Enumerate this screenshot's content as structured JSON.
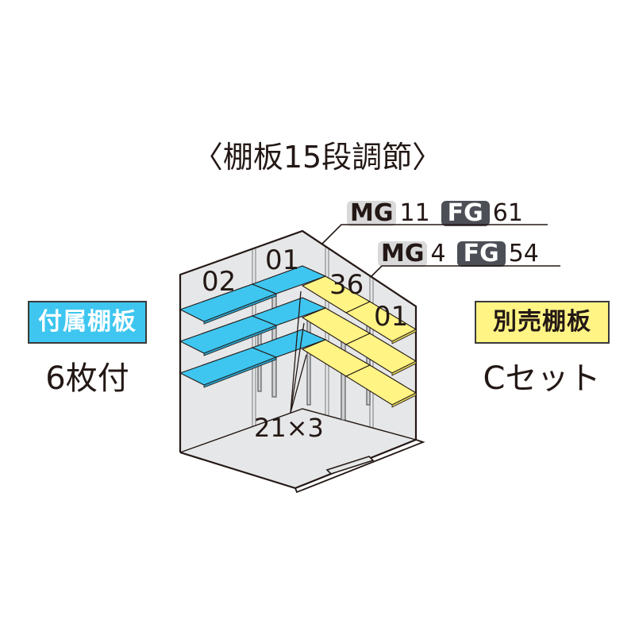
{
  "title": "〈棚板15段調節〉",
  "codes": [
    {
      "mg_label": "MG",
      "mg_value": "11",
      "fg_label": "FG",
      "fg_value": "61"
    },
    {
      "mg_label": "MG",
      "mg_value": "4",
      "fg_label": "FG",
      "fg_value": "54"
    }
  ],
  "included": {
    "label": "付属棚板",
    "value": "6枚付",
    "color": "#3ec6f0"
  },
  "optional": {
    "label": "別売棚板",
    "value": "Cセット",
    "color": "#fff484"
  },
  "diagram": {
    "shelf_labels": {
      "left_back": "02",
      "left_mid": "01",
      "right_back": "36",
      "right_front": "01"
    },
    "count_label": "21×3",
    "colors": {
      "wall": "#e6e7e8",
      "included_shelf": "#3ec6f0",
      "optional_shelf": "#fff484",
      "outline": "#231815",
      "badge_mg": "#d9d9da",
      "badge_fg": "#4d4f57"
    }
  }
}
